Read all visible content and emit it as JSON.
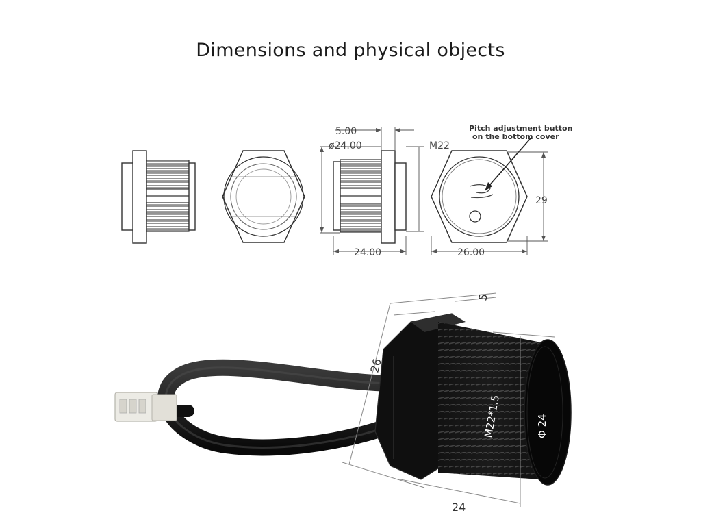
{
  "title": "Dimensions and physical objects",
  "drawing": {
    "dim_5": "5.00",
    "dim_dia24": "ø24.00",
    "dim_m22": "M22",
    "dim_24": "24.00",
    "dim_26": "26.00",
    "dim_29": "29",
    "note_line1": "Pitch adjustment button",
    "note_line2": "on the bottom cover"
  },
  "photo": {
    "dim_5": "5",
    "dim_26": "26",
    "dim_24": "24",
    "thread_label": "M22*1.5",
    "dia_label": "Φ 24"
  }
}
